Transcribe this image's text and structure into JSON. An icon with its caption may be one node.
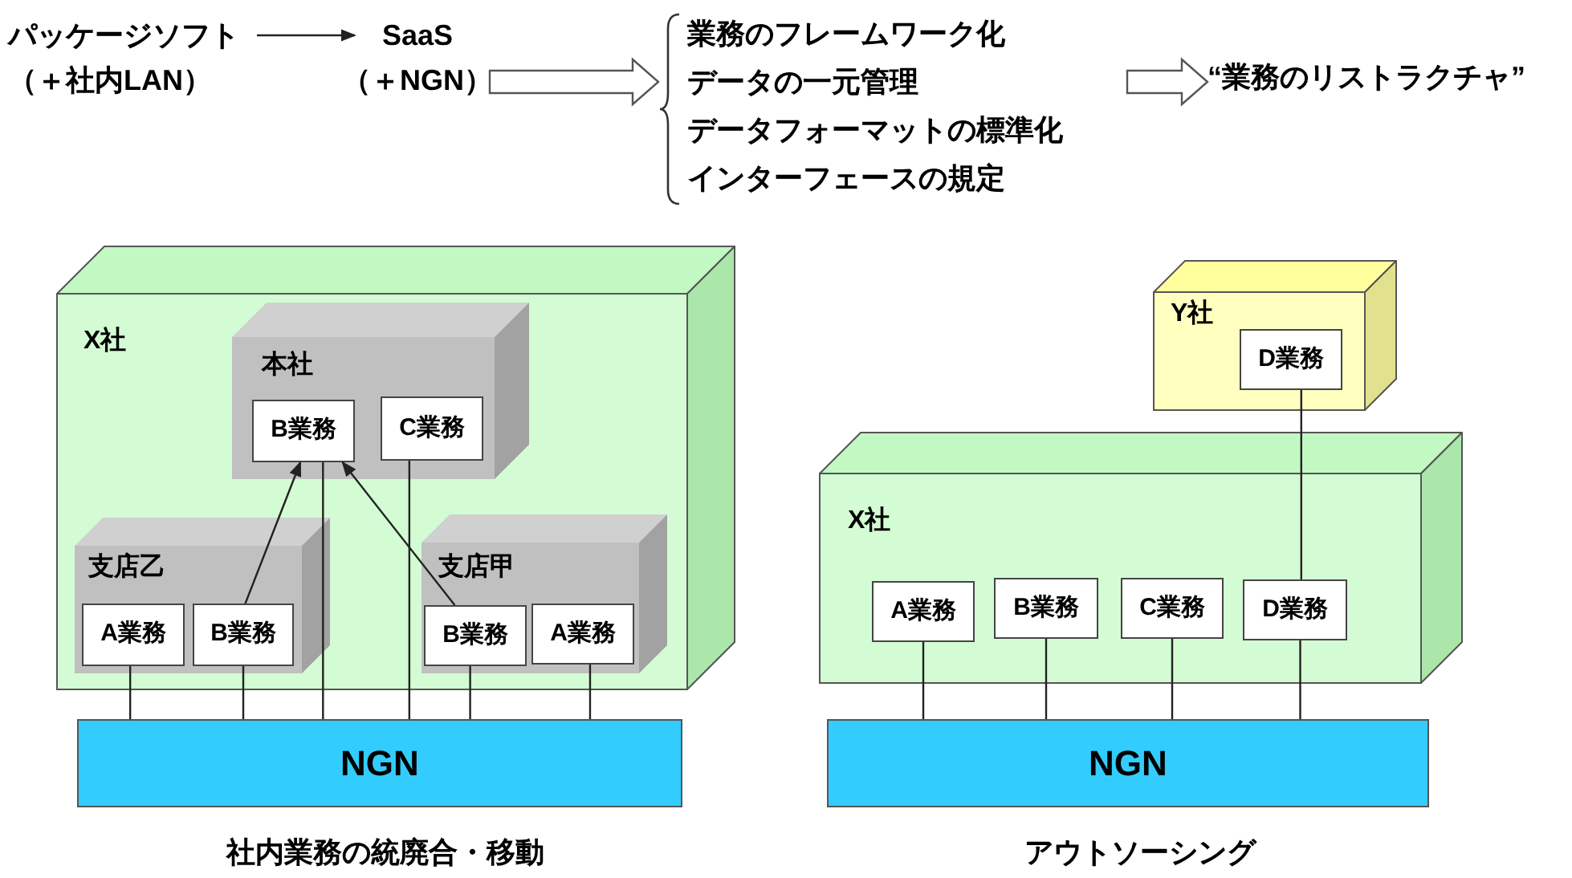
{
  "diagram": {
    "nodes": [
      {
        "text": [
          "パッケージソフト",
          "（＋社内LAN）"
        ]
      },
      {
        "text": [
          "SaaS",
          "（＋NGN）"
        ]
      },
      {
        "text": [
          "業務のフレームワーク化",
          "データの一元管理",
          "データフォーマットの標準化",
          "インターフェースの規定"
        ]
      },
      {
        "text": [
          "“業務のリストラクチャ”"
        ]
      },
      {
        "text": [
          "X社"
        ]
      },
      {
        "text": [
          "本社"
        ],
        "in": 4
      },
      {
        "text": [
          "B業務"
        ],
        "in": 5
      },
      {
        "text": [
          "C業務"
        ],
        "in": 5
      },
      {
        "text": [
          "支店乙"
        ],
        "in": 4
      },
      {
        "text": [
          "A業務"
        ],
        "in": 8
      },
      {
        "text": [
          "B業務"
        ],
        "in": 8
      },
      {
        "text": [
          "支店甲"
        ],
        "in": 4
      },
      {
        "text": [
          "B業務"
        ],
        "in": 11
      },
      {
        "text": [
          "A業務"
        ],
        "in": 11
      },
      {
        "text": [
          "NGN"
        ]
      },
      {
        "text": [
          "Y社"
        ]
      },
      {
        "text": [
          "D業務"
        ],
        "in": 15
      },
      {
        "text": [
          "X社"
        ]
      },
      {
        "text": [
          "A業務"
        ],
        "in": 17
      },
      {
        "text": [
          "B業務"
        ],
        "in": 17
      },
      {
        "text": [
          "C業務"
        ],
        "in": 17
      },
      {
        "text": [
          "D業務"
        ],
        "in": 17
      },
      {
        "text": [
          "NGN"
        ]
      }
    ],
    "edges": [
      {
        "from": 0,
        "to": 1,
        "arrow": "to"
      },
      {
        "from": 1,
        "to": 2,
        "arrow": "to",
        "style": "thick"
      },
      {
        "from": 2,
        "to": 3,
        "arrow": "to",
        "style": "thick"
      },
      {
        "from": 10,
        "to": 6,
        "arrow": "to"
      },
      {
        "from": 12,
        "to": 6,
        "arrow": "to"
      },
      {
        "from": 9,
        "to": 14,
        "arrow": "none"
      },
      {
        "from": 10,
        "to": 14,
        "arrow": "none"
      },
      {
        "from": 6,
        "to": 14,
        "arrow": "none"
      },
      {
        "from": 7,
        "to": 14,
        "arrow": "none"
      },
      {
        "from": 12,
        "to": 14,
        "arrow": "none"
      },
      {
        "from": 13,
        "to": 14,
        "arrow": "none"
      },
      {
        "from": 16,
        "to": 21,
        "arrow": "none"
      },
      {
        "from": 18,
        "to": 22,
        "arrow": "none"
      },
      {
        "from": 19,
        "to": 22,
        "arrow": "none"
      },
      {
        "from": 20,
        "to": 22,
        "arrow": "none"
      },
      {
        "from": 21,
        "to": 22,
        "arrow": "none"
      }
    ],
    "labels": [
      "社内業務の統廃合・移動",
      "アウトソーシング"
    ]
  }
}
